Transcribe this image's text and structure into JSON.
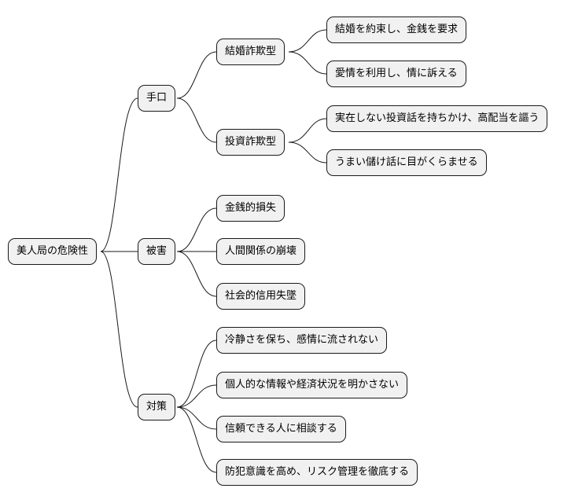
{
  "root": "美人局の危険性",
  "branches": [
    {
      "label": "手口",
      "children": [
        {
          "label": "結婚詐欺型",
          "children": [
            "結婚を約束し、金銭を要求",
            "愛情を利用し、情に訴える"
          ]
        },
        {
          "label": "投資詐欺型",
          "children": [
            "実在しない投資話を持ちかけ、高配当を謳う",
            "うまい儲け話に目がくらませる"
          ]
        }
      ]
    },
    {
      "label": "被害",
      "children": [
        "金銭的損失",
        "人間関係の崩壊",
        "社会的信用失墜"
      ]
    },
    {
      "label": "対策",
      "children": [
        "冷静さを保ち、感情に流されない",
        "個人的な情報や経済状況を明かさない",
        "信頼できる人に相談する",
        "防犯意識を高め、リスク管理を徹底する"
      ]
    }
  ]
}
